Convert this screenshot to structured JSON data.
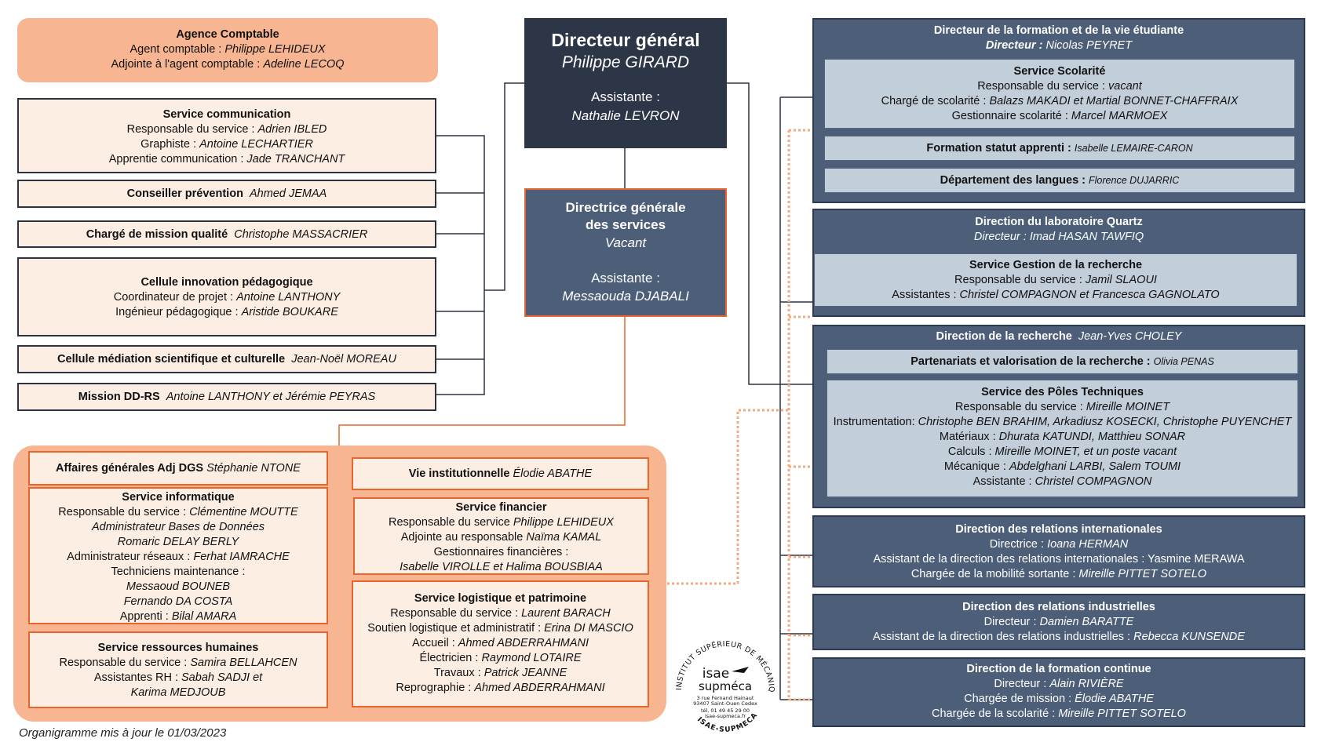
{
  "colors": {
    "slate": "#4c5e78",
    "dark_slate": "#2d3646",
    "light_slate": "#c3cedb",
    "peach": "#f7b591",
    "cream": "#fdeee4",
    "orange_line": "#e8652b",
    "dotted": "#f4a983"
  },
  "dg": {
    "title": "Directeur général",
    "name": "Philippe GIRARD",
    "assist_label": "Assistante :",
    "assist_name": "Nathalie LEVRON"
  },
  "dgs": {
    "title1": "Directrice générale",
    "title2": "des services",
    "name": "Vacant",
    "assist_label": "Assistante :",
    "assist_name": "Messaouda DJABALI"
  },
  "agence": {
    "title": "Agence Comptable",
    "l1_label": "Agent comptable : ",
    "l1_name": "Philippe LEHIDEUX",
    "l2_label": "Adjointe à l'agent comptable : ",
    "l2_name": "Adeline LECOQ"
  },
  "communication": {
    "title": "Service communication",
    "l1_label": "Responsable du service : ",
    "l1_name": "Adrien IBLED",
    "l2_label": "Graphiste : ",
    "l2_name": "Antoine LECHARTIER",
    "l3_label": "Apprentie communication : ",
    "l3_name": "Jade TRANCHANT"
  },
  "prevention": {
    "title": "Conseiller prévention",
    "name": "Ahmed JEMAA"
  },
  "qualite": {
    "title": "Chargé de mission qualité",
    "name": "Christophe MASSACRIER"
  },
  "innovation": {
    "title": "Cellule innovation pédagogique",
    "l1_label": "Coordinateur de projet : ",
    "l1_name": "Antoine LANTHONY",
    "l2_label": "Ingénieur pédagogique : ",
    "l2_name": "Aristide BOUKARE"
  },
  "mediation": {
    "title": "Cellule médiation scientifique et culturelle",
    "name": "Jean-Noël MOREAU"
  },
  "ddrs": {
    "title": "Mission DD-RS",
    "name": "Antoine LANTHONY et Jérémie PEYRAS"
  },
  "affaires": {
    "title": "Affaires générales Adj DGS",
    "name": "Stéphanie NTONE"
  },
  "informatique": {
    "title": "Service informatique",
    "l1_label": "Responsable du service : ",
    "l1_name": "Clémentine MOUTTE",
    "l2": "Administrateur Bases de Données",
    "l3": "Romaric DELAY BERLY",
    "l4_label": "Administrateur réseaux : ",
    "l4_name": "Ferhat IAMRACHE",
    "l5": "Techniciens maintenance :",
    "l6": "Messaoud BOUNEB",
    "l7": "Fernando DA COSTA",
    "l8_label": "Apprenti : ",
    "l8_name": "Bilal AMARA"
  },
  "rh": {
    "title": "Service ressources humaines",
    "l1_label": "Responsable du service : ",
    "l1_name": "Samira BELLAHCEN",
    "l2_label": "Assistantes RH : ",
    "l2_name": "Sabah SADJI  et",
    "l3": "Karima MEDJOUB"
  },
  "vie": {
    "title": "Vie institutionnelle",
    "name": "Élodie ABATHE"
  },
  "financier": {
    "title": "Service financier",
    "l1_label": "Responsable du service ",
    "l1_name": "Philippe LEHIDEUX",
    "l2_label": "Adjointe au responsable ",
    "l2_name": "Naïma KAMAL",
    "l3": "Gestionnaires financières :",
    "l4": "Isabelle VIROLLE et Halima BOUSBIAA"
  },
  "logistique": {
    "title": "Service logistique et patrimoine",
    "l1_label": "Responsable du service : ",
    "l1_name": "Laurent BARACH",
    "l2_label": "Soutien logistique et administratif : ",
    "l2_name": "Erina DI MASCIO",
    "l3_label": "Accueil : ",
    "l3_name": "Ahmed ABDERRAHMANI",
    "l4_label": "Électricien : ",
    "l4_name": "Raymond LOTAIRE",
    "l5_label": "Travaux : ",
    "l5_name": "Patrick JEANNE",
    "l6_label": "Reprographie : ",
    "l6_name": "Ahmed ABDERRAHMANI"
  },
  "formation": {
    "title": "Directeur de la formation et de la vie étudiante",
    "dir_label": "Directeur : ",
    "dir_name": "Nicolas PEYRET",
    "scol_title": "Service Scolarité",
    "scol_l1_label": "Responsable du service : ",
    "scol_l1_name": "vacant",
    "scol_l2_label": "Chargé de scolarité : ",
    "scol_l2_name": "Balazs MAKADI et Martial BONNET-CHAFFRAIX",
    "scol_l3_label": "Gestionnaire scolarité : ",
    "scol_l3_name": "Marcel MARMOEX",
    "appr_title": "Formation statut apprenti : ",
    "appr_name": "Isabelle LEMAIRE-CARON",
    "lang_title": "Département des langues : ",
    "lang_name": "Florence DUJARRIC"
  },
  "quartz": {
    "title": "Direction du laboratoire Quartz",
    "dir_label": "Directeur  : ",
    "dir_name": "Imad HASAN TAWFIQ",
    "sub_title": "Service Gestion de la recherche",
    "sub_l1_label": "Responsable du service : ",
    "sub_l1_name": "Jamil SLAOUI",
    "sub_l2_label": "Assistantes : ",
    "sub_l2_name": "Christel COMPAGNON et Francesca GAGNOLATO"
  },
  "recherche": {
    "title": "Direction de la recherche",
    "name": "Jean-Yves CHOLEY",
    "part_title": "Partenariats et valorisation de la recherche : ",
    "part_name": "Olivia PENAS",
    "poles_title": "Service des Pôles Techniques",
    "p1_label": "Responsable du service : ",
    "p1_name": "Mireille MOINET",
    "p2_label": "Instrumentation: ",
    "p2_name": "Christophe BEN BRAHIM, Arkadiusz KOSECKI, Christophe PUYENCHET",
    "p3_label": "Matériaux : ",
    "p3_name": "Dhurata KATUNDI, Matthieu SONAR",
    "p4_label": "Calculs : ",
    "p4_name": "Mireille MOINET, et un poste vacant",
    "p5_label": "Mécanique : ",
    "p5_name": "Abdelghani LARBI, Salem TOUMI",
    "p6_label": "Assistante : ",
    "p6_name": "Christel COMPAGNON"
  },
  "ri": {
    "title": "Direction des relations internationales",
    "l1_label": "Directrice : ",
    "l1_name": "Ioana HERMAN",
    "l2": "Assistant de la direction des relations internationales : Yasmine MERAWA",
    "l3_label": "Chargée de la mobilité sortante : ",
    "l3_name": "Mireille PITTET SOTELO"
  },
  "rind": {
    "title": "Direction des relations industrielles",
    "l1_label": "Directeur : ",
    "l1_name": "Damien BARATTE",
    "l2_label": "Assistant de la direction des relations industrielles : ",
    "l2_name": "Rebecca KUNSENDE"
  },
  "fc": {
    "title": "Direction de la formation continue",
    "l1_label": "Directeur : ",
    "l1_name": "Alain RIVIÈRE",
    "l2_label": "Chargée de mission : ",
    "l2_name": "Élodie ABATHE",
    "l3_label": "Chargée de la scolarité : ",
    "l3_name": "Mireille PITTET SOTELO"
  },
  "logo": {
    "ring": "INSTITUT SUPÉRIEUR DE MÉCANIQUE DE PARIS",
    "brand1": "isae",
    "brand2": "supméca",
    "bottom": "ISAE-SUPMECA",
    "addr1": "3 rue Fernand Hainaut",
    "addr2": "93407 Saint-Ouen Cedex",
    "tel": "tél. 01 49 45 29 00",
    "web": "isae-supmeca.fr"
  },
  "footer": "Organigramme mis à jour le 01/03/2023"
}
